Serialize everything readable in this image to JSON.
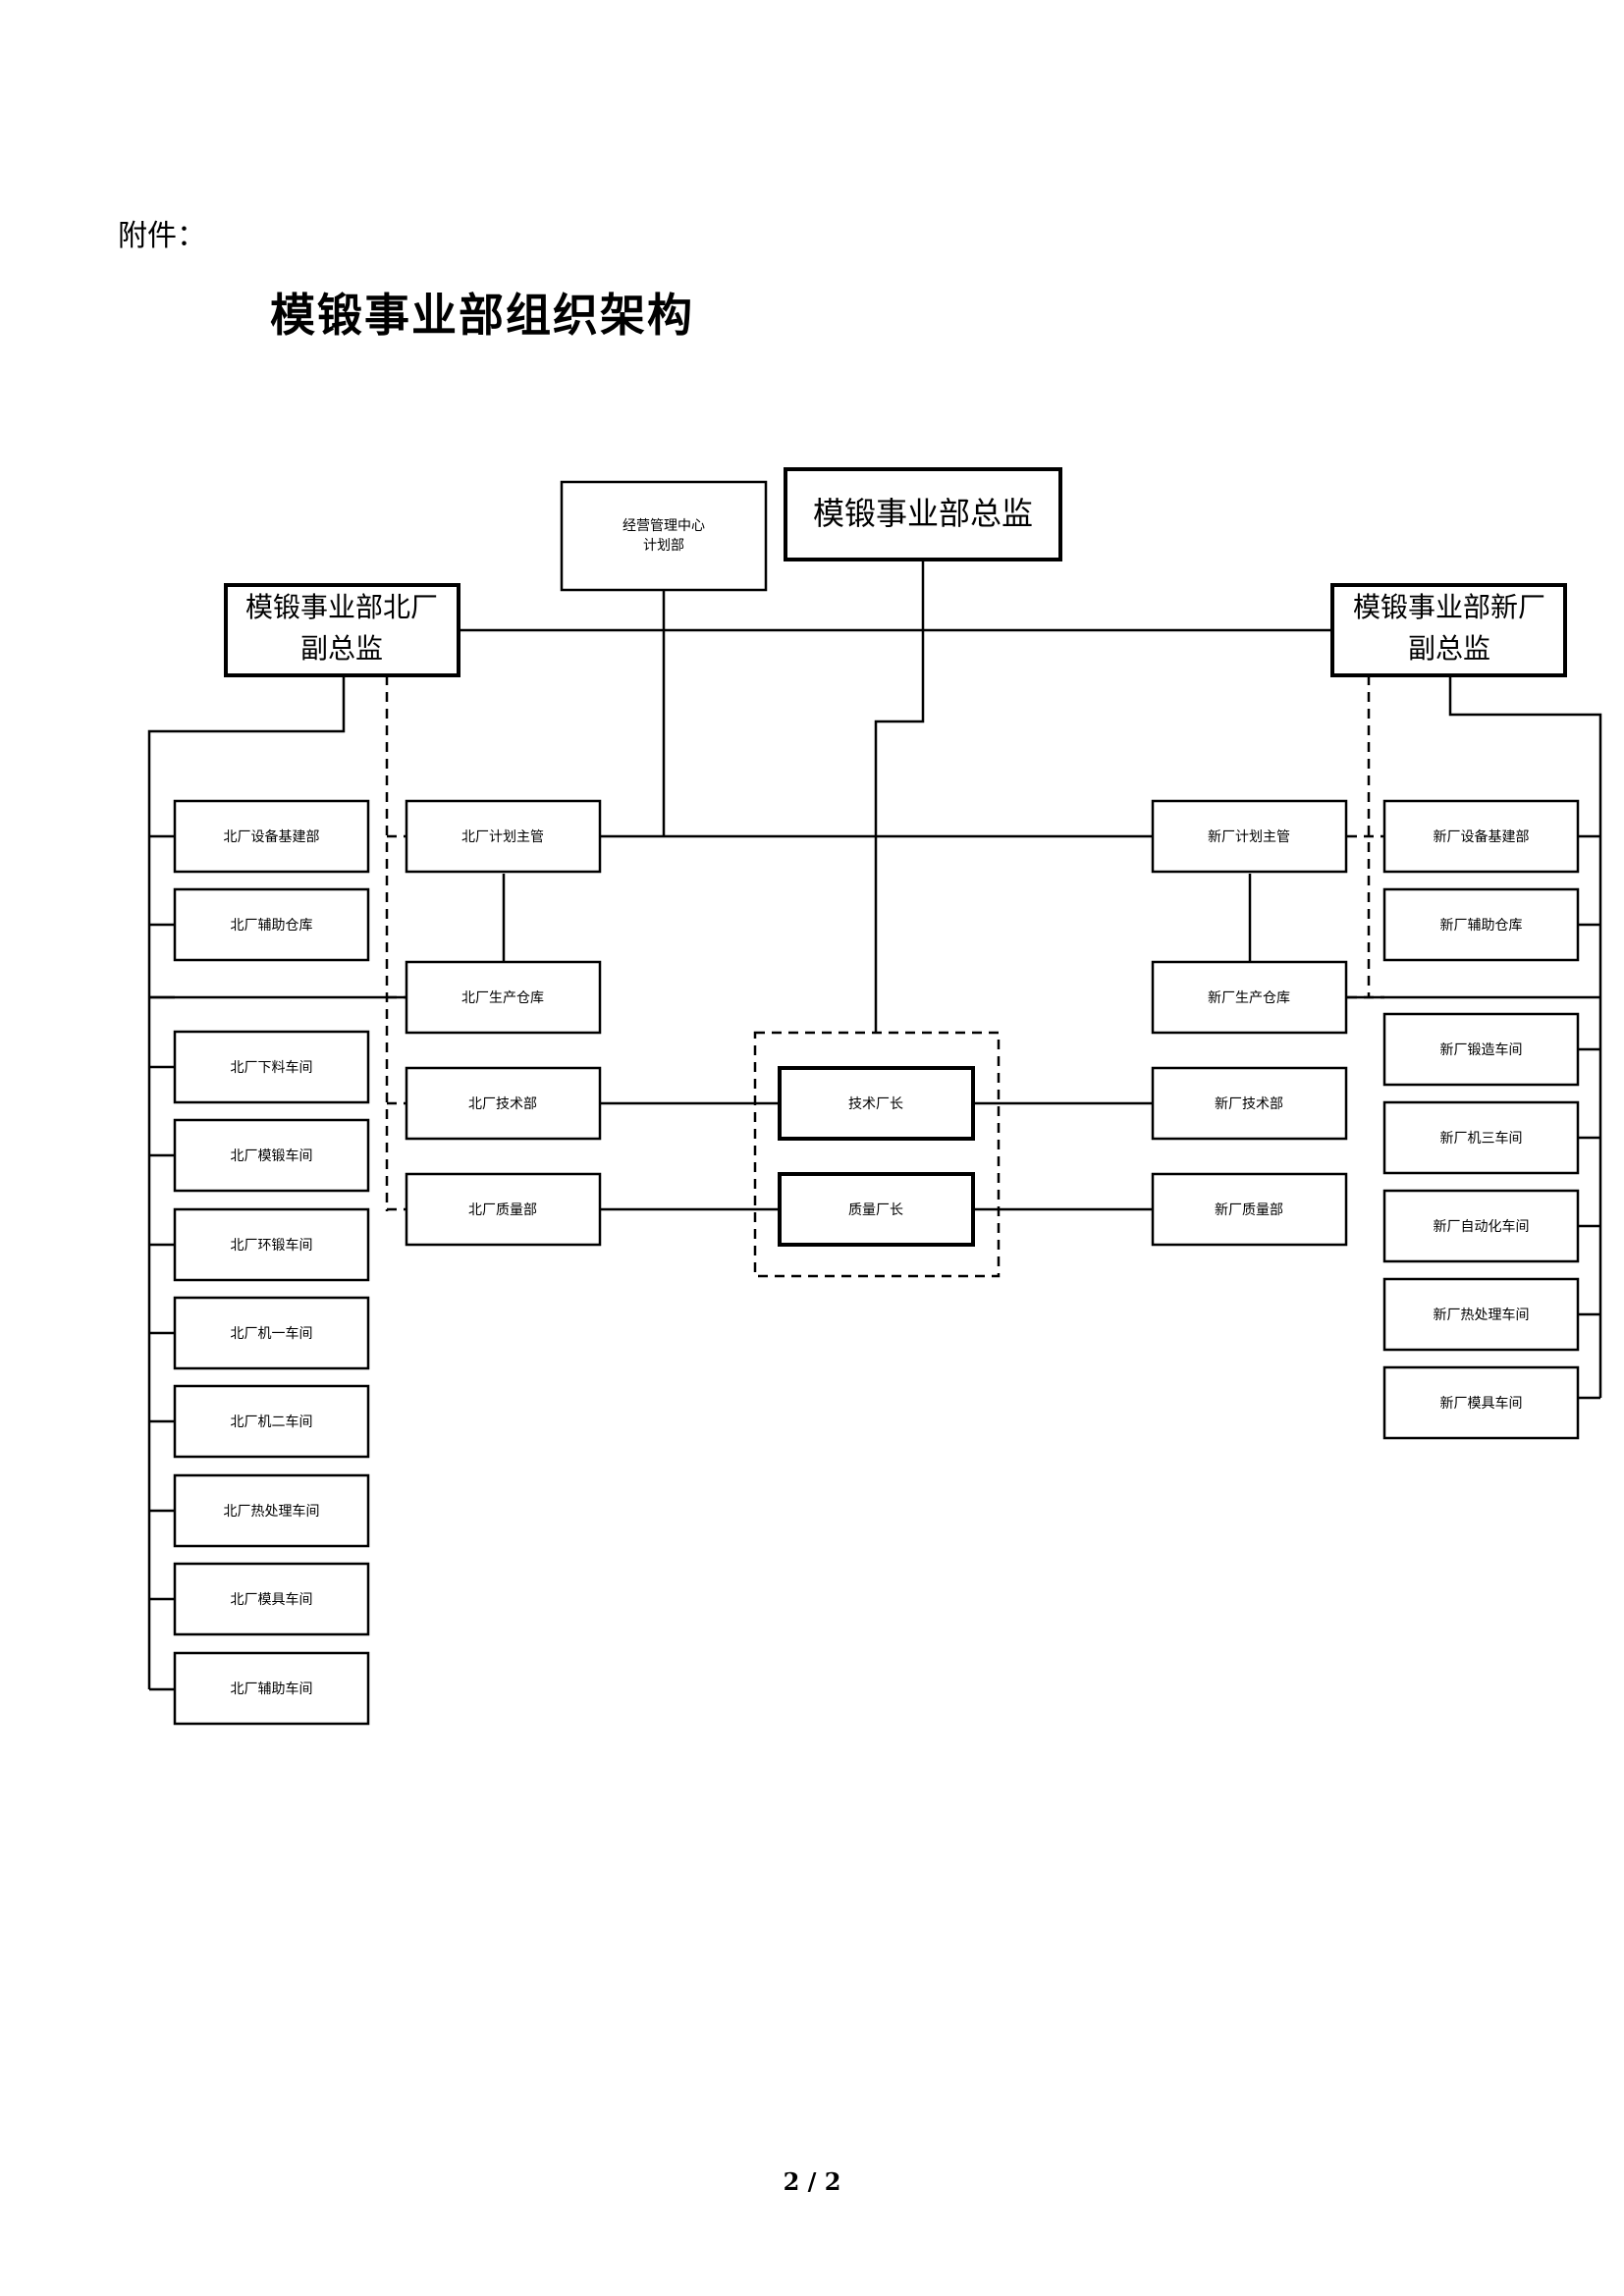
{
  "header": {
    "attachment_label": "附件：",
    "title": "模锻事业部组织架构"
  },
  "footer": {
    "page_number": "2 / 2"
  },
  "boxes": {
    "director": "模锻事业部总监",
    "mgmt_center_line1": "经营管理中心",
    "mgmt_center_line2": "计划部",
    "north_vp_line1": "模锻事业部北厂",
    "north_vp_line2": "副总监",
    "new_vp_line1": "模锻事业部新厂",
    "new_vp_line2": "副总监",
    "north_plan": "北厂计划主管",
    "north_warehouse": "北厂生产仓库",
    "north_tech": "北厂技术部",
    "north_quality": "北厂质量部",
    "new_plan": "新厂计划主管",
    "new_warehouse": "新厂生产仓库",
    "new_tech": "新厂技术部",
    "new_quality": "新厂质量部",
    "tech_director": "技术厂长",
    "quality_director": "质量厂长"
  },
  "north_left_units": [
    "北厂设备基建部",
    "北厂辅助仓库",
    "北厂下料车间",
    "北厂模锻车间",
    "北厂环锻车间",
    "北厂机一车间",
    "北厂机二车间",
    "北厂热处理车间",
    "北厂模具车间",
    "北厂辅助车间"
  ],
  "new_right_units": [
    "新厂设备基建部",
    "新厂辅助仓库",
    "新厂锻造车间",
    "新厂机三车间",
    "新厂自动化车间",
    "新厂热处理车间",
    "新厂模具车间"
  ]
}
